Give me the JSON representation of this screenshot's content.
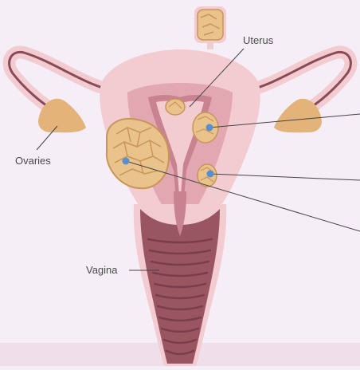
{
  "labels": {
    "uterus": "Uterus",
    "ovaries": "Ovaries",
    "vagina": "Vagina"
  },
  "colors": {
    "background": "#f6eef6",
    "floor_band": "#efdfea",
    "tissue": "#f2ccd1",
    "tissue_inner": "#e2a7b0",
    "cavity": "#c98290",
    "vagina_wall": "#9a5563",
    "vagina_ridges": "#7a3e4a",
    "tube": "#d89aa4",
    "tube_inner": "#8a4a58",
    "ovary": "#e4b37a",
    "fibroid": "#e9c28c",
    "fibroid_line": "#c99558",
    "marker": "#5a8fcf",
    "leader_line": "#444444"
  }
}
